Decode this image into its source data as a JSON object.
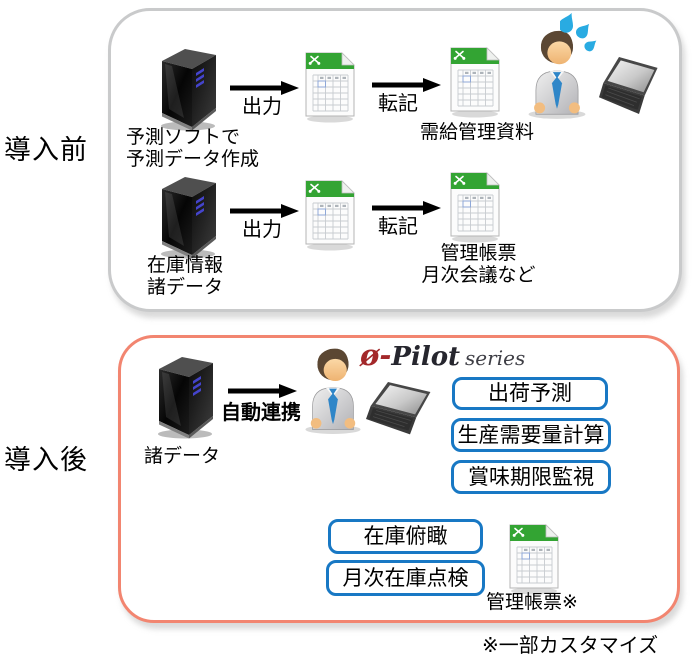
{
  "labels": {
    "before": "導入前",
    "after": "導入後"
  },
  "before_section": {
    "row1": {
      "server_caption": "予測ソフトで\n予測データ作成",
      "step1_label": "出力",
      "step2_label": "転記",
      "output_caption": "需給管理資料"
    },
    "row2": {
      "server_caption": "在庫情報\n諸データ",
      "step1_label": "出力",
      "step2_label": "転記",
      "output_caption": "管理帳票\n月次会議など"
    }
  },
  "after_section": {
    "server_caption": "諸データ",
    "arrow_label": "自動連携",
    "logo": {
      "phi": "ø-",
      "product": "Pilot",
      "series": "series"
    },
    "feature_boxes": [
      "出荷予測",
      "生産需要量計算",
      "賞味期限監視"
    ],
    "report_boxes": [
      "在庫俯瞰",
      "月次在庫点検"
    ],
    "excel_caption": "管理帳票※"
  },
  "footnote": "※一部カスタマイズ",
  "icons": {
    "server": "server-tower-icon",
    "spreadsheet": "excel-file-icon",
    "person": "office-worker-icon",
    "sweat": "sweat-drops-icon",
    "laptop": "laptop-icon",
    "arrow": "flow-arrow-icon"
  },
  "colors": {
    "before_box_border": "#C9CACB",
    "after_box_border": "#F28570",
    "feature_box_border": "#1878C4",
    "excel_green": "#33A433",
    "logo_red": "#A3282A",
    "sweat_blue": "#29ABE2",
    "tie_blue": "#2F86C8",
    "arrow_black": "#000000",
    "text": "#000000"
  }
}
